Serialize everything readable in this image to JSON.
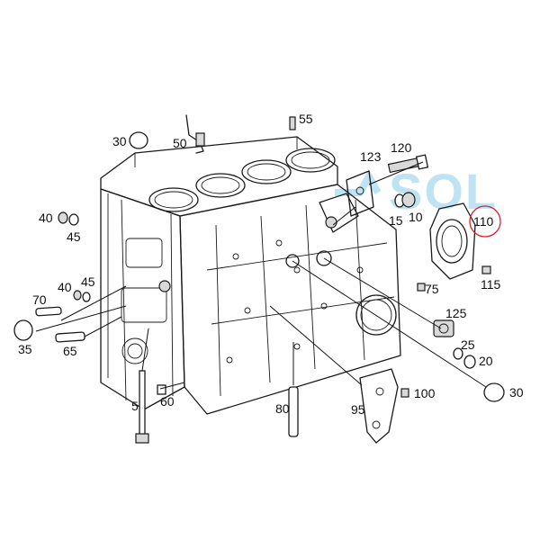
{
  "watermark": "SOL",
  "highlight_color": "#e0202a",
  "callouts": {
    "p5": "5",
    "p10": "10",
    "p15": "15",
    "p20": "20",
    "p25": "25",
    "p30a": "30",
    "p30b": "30",
    "p35": "35",
    "p40a": "40",
    "p40b": "40",
    "p45a": "45",
    "p45b": "45",
    "p50": "50",
    "p55": "55",
    "p60": "60",
    "p65": "65",
    "p70": "70",
    "p75": "75",
    "p80": "80",
    "p95": "95",
    "p100": "100",
    "p110": "110",
    "p115": "115",
    "p120": "120",
    "p123": "123",
    "p125": "125"
  }
}
